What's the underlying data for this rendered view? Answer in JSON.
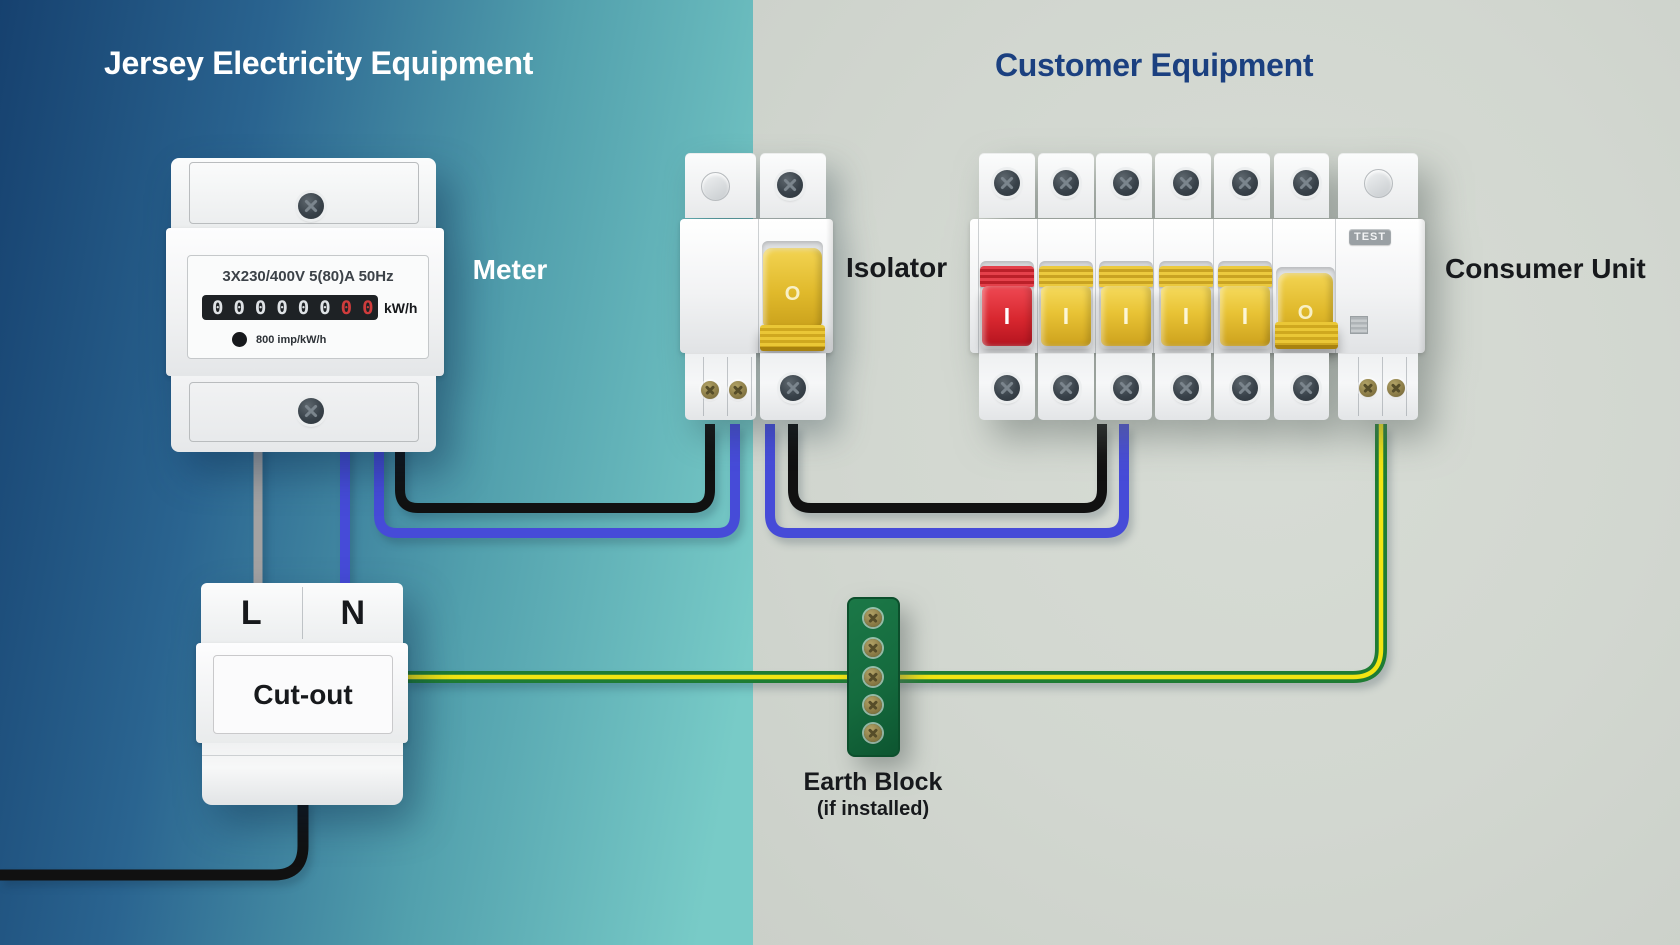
{
  "sections": {
    "left_title": "Jersey Electricity Equipment",
    "right_title": "Customer Equipment"
  },
  "meter": {
    "label": "Meter",
    "rating": "3X230/400V 5(80)A 50Hz",
    "digits_white": "000000",
    "digits_red": "00",
    "unit": "kW/h",
    "impulse": "800 imp/kW/h"
  },
  "isolator": {
    "label": "Isolator",
    "switch_state": "O"
  },
  "consumer_unit": {
    "label": "Consumer Unit",
    "main_switch": "I",
    "breakers": [
      "I",
      "I",
      "I",
      "I"
    ],
    "rcd_switch": "O",
    "test_label": "TEST"
  },
  "cutout": {
    "label": "Cut-out",
    "terminal_l": "L",
    "terminal_n": "N"
  },
  "earth_block": {
    "label": "Earth Block",
    "sublabel": "(if installed)"
  },
  "colors": {
    "wire_live_black": "#111111",
    "wire_neutral_blue": "#464bd8",
    "wire_gray": "#a3a2a2",
    "wire_earth_green": "#1e7c33",
    "wire_earth_yellow": "#f2e512",
    "switch_yellow": "#e8c335",
    "switch_red": "#d8272f",
    "earth_block_green": "#156b3e",
    "left_title_color": "#ffffff",
    "right_title_color": "#1b4080"
  }
}
